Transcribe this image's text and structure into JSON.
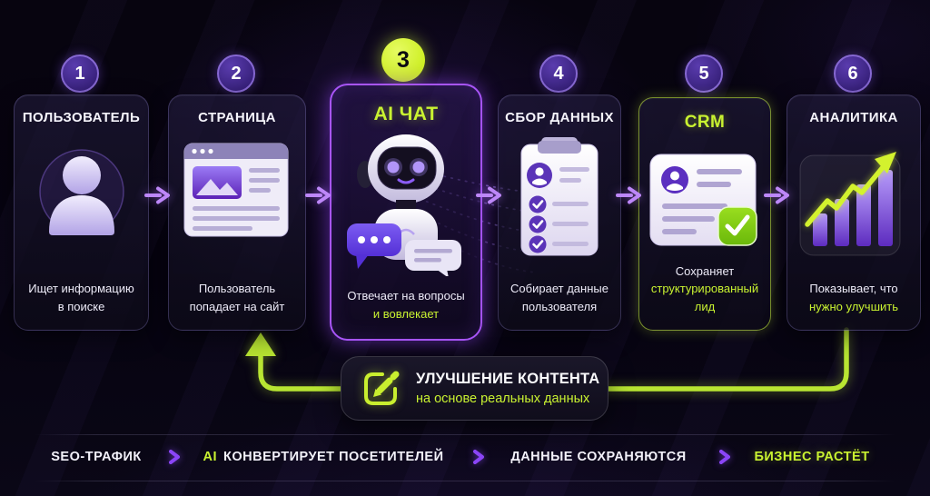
{
  "colors": {
    "background": "#06040f",
    "lime_accent": "#c9f231",
    "purple_accent": "#a855f7",
    "arrow_purple": "#bd87f8",
    "badge_purple": "#3e2487",
    "card_border": "#9687d7",
    "loop_line": "#b8e532"
  },
  "steps": [
    {
      "num": "1",
      "title": "ПОЛЬЗОВАТЕЛЬ",
      "caption1": "Ищет информацию",
      "caption2": "в поиске",
      "icon": "user-icon",
      "highlight": "none"
    },
    {
      "num": "2",
      "title": "СТРАНИЦА",
      "caption1": "Пользователь",
      "caption2": "попадает на сайт",
      "icon": "browser-window-icon",
      "highlight": "none"
    },
    {
      "num": "3",
      "title": "AI ЧАТ",
      "caption1": "Отвечает на вопросы",
      "caption2": "и вовлекает",
      "icon": "robot-chat-icon",
      "highlight": "purple-glow"
    },
    {
      "num": "4",
      "title": "СБОР ДАННЫХ",
      "caption1": "Собирает данные",
      "caption2": "пользователя",
      "icon": "clipboard-checklist-icon",
      "highlight": "none"
    },
    {
      "num": "5",
      "title": "CRM",
      "caption1": "Сохраняет",
      "caption2": "структурированный лид",
      "icon": "crm-card-check-icon",
      "highlight": "lime-border"
    },
    {
      "num": "6",
      "title": "АНАЛИТИКА",
      "caption1": "Показывает, что",
      "caption2": "нужно улучшить",
      "icon": "growth-chart-icon",
      "highlight": "none"
    }
  ],
  "feedback": {
    "title": "УЛУЧШЕНИЕ КОНТЕНТА",
    "subtitle": "на основе реальных данных",
    "icon": "edit-pencil-icon"
  },
  "footer": {
    "seo": "SEO-ТРАФИК",
    "ai_prefix": "AI",
    "ai_rest": "КОНВЕРТИРУЕТ ПОСЕТИТЕЛЕЙ",
    "data_saved": "ДАННЫЕ СОХРАНЯЮТСЯ",
    "business": "БИЗНЕС РАСТЁТ",
    "separator_icon": "chevron-right-icon"
  }
}
